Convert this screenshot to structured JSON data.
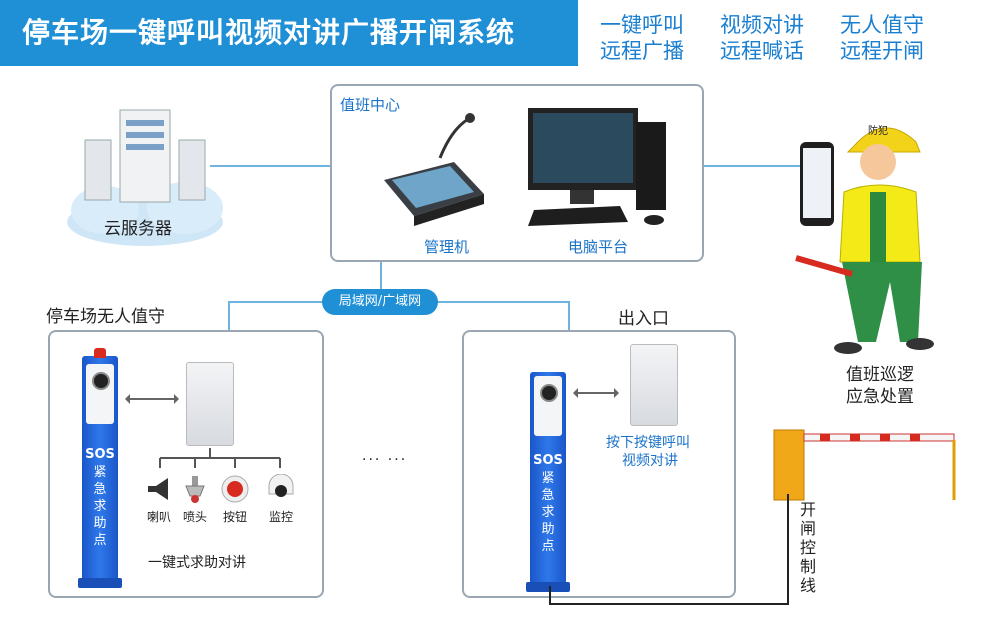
{
  "title": "停车场一键呼叫视频对讲广播开闸系统",
  "features": [
    "一键呼叫",
    "视频对讲",
    "无人值守",
    "远程广播",
    "远程喊话",
    "远程开闸"
  ],
  "cloud": {
    "label": "云服务器"
  },
  "duty_center": {
    "title": "值班中心",
    "manager_label": "管理机",
    "pc_label": "电脑平台"
  },
  "network": {
    "label": "局域网/广域网"
  },
  "unattended": {
    "title": "停车场无人值守",
    "caption": "一键式求助对讲",
    "devices": [
      {
        "label": "喇叭",
        "icon": "speaker-icon"
      },
      {
        "label": "喷头",
        "icon": "sprinkler-icon"
      },
      {
        "label": "按钮",
        "icon": "button-icon"
      },
      {
        "label": "监控",
        "icon": "camera-icon"
      }
    ],
    "sos_text": "SOS",
    "pillar_text": [
      "紧",
      "急",
      "求",
      "助",
      "点"
    ]
  },
  "ellipsis": "... ...",
  "entrance": {
    "title": "出入口",
    "caption_line1": "按下按键呼叫",
    "caption_line2": "视频对讲",
    "sos_text": "SOS",
    "pillar_text": [
      "紧",
      "急",
      "求",
      "助",
      "点"
    ]
  },
  "patrol": {
    "line1": "值班巡逻",
    "line2": "应急处置",
    "helmet_text": "防犯"
  },
  "gate_control": [
    "开",
    "闸",
    "控",
    "制",
    "线"
  ],
  "colors": {
    "accent": "#1f8fd6",
    "pillar": "#2f78ea"
  }
}
